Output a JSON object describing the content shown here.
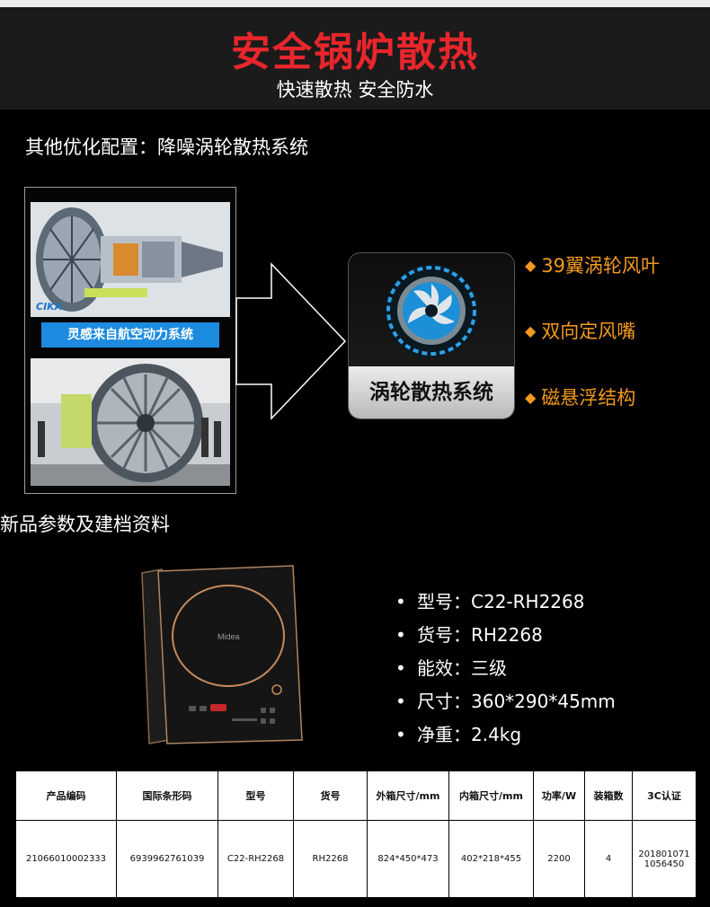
{
  "header": {
    "title": "安全锅炉散热",
    "subtitle": "快速散热 安全防水"
  },
  "cooling": {
    "section_title": "其他优化配置：降噪涡轮散热系统",
    "engine_caption": "灵感来自航空动力系统",
    "engine_watermark": "CIKA",
    "turbo_label": "涡轮散热系统",
    "features": [
      "39翼涡轮风叶",
      "双向定风嘴",
      "磁悬浮结构"
    ]
  },
  "product": {
    "section_title": "新品参数及建档资料",
    "brand_mark": "Midea",
    "specs": [
      "型号：C22-RH2268",
      "货号：RH2268",
      "能效：三级",
      "尺寸：360*290*45mm",
      "净重：2.4kg"
    ],
    "bullet": "•"
  },
  "table": {
    "headers": [
      "产品编码",
      "国际条形码",
      "型号",
      "货号",
      "外箱尺寸/mm",
      "内箱尺寸/mm",
      "功率/W",
      "装箱数",
      "3C认证"
    ],
    "rows": [
      [
        "21066010002333",
        "6939962761039",
        "C22-RH2268",
        "RH2268",
        "824*450*473",
        "402*218*455",
        "2200",
        "4",
        "2018010711056450"
      ]
    ]
  },
  "colors": {
    "title_red": "#e8262c",
    "feature_orange": "#f39a1e",
    "caption_blue": "#1d8ce0"
  }
}
